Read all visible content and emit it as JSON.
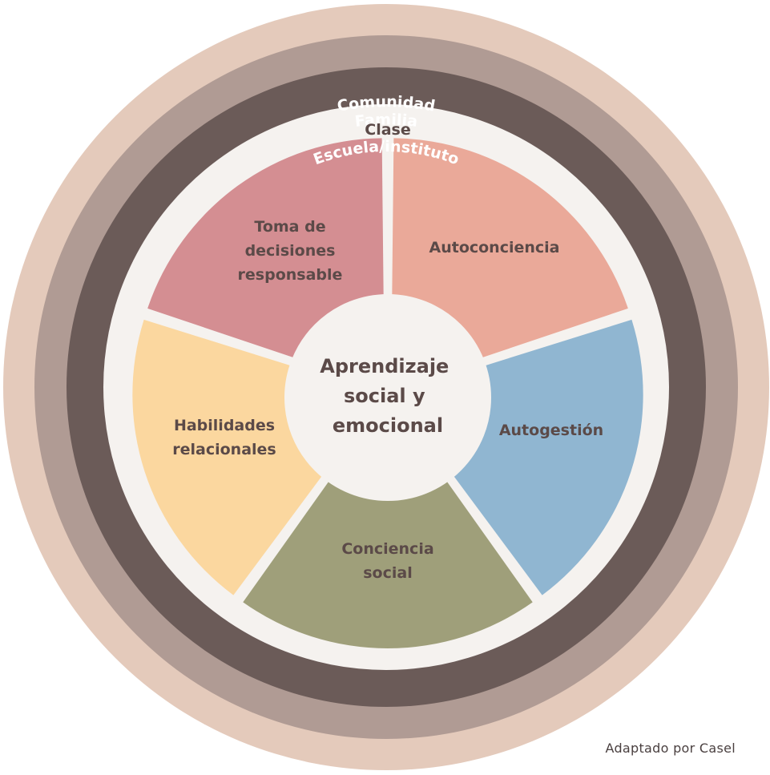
{
  "rings": [
    {
      "label": "Comunidad",
      "color": "#e4cabb",
      "text_color": "#ffffff"
    },
    {
      "label": "Familia",
      "color": "#b09b94",
      "text_color": "#ffffff"
    },
    {
      "label": "Escuela/instituto",
      "color": "#6b5b58",
      "text_color": "#ffffff"
    },
    {
      "label": "Clase",
      "color": "#f5f2ef",
      "text_color": "#5b4a48"
    }
  ],
  "segments": [
    {
      "lines": [
        "Autoconciencia"
      ],
      "color": "#eaa999"
    },
    {
      "lines": [
        "Autogestión"
      ],
      "color": "#90b6d1"
    },
    {
      "lines": [
        "Conciencia",
        "social"
      ],
      "color": "#9f9f7a"
    },
    {
      "lines": [
        "Habilidades",
        "relacionales"
      ],
      "color": "#fbd79f"
    },
    {
      "lines": [
        "Toma de",
        "decisiones",
        "responsable"
      ],
      "color": "#d48e92"
    }
  ],
  "segment_text_color": "#5b4a48",
  "center": {
    "lines": [
      "Aprendizaje",
      "social y",
      "emocional"
    ],
    "color": "#f5f2ef",
    "text_color": "#5b4a48"
  },
  "credit": "Adaptado por Casel"
}
